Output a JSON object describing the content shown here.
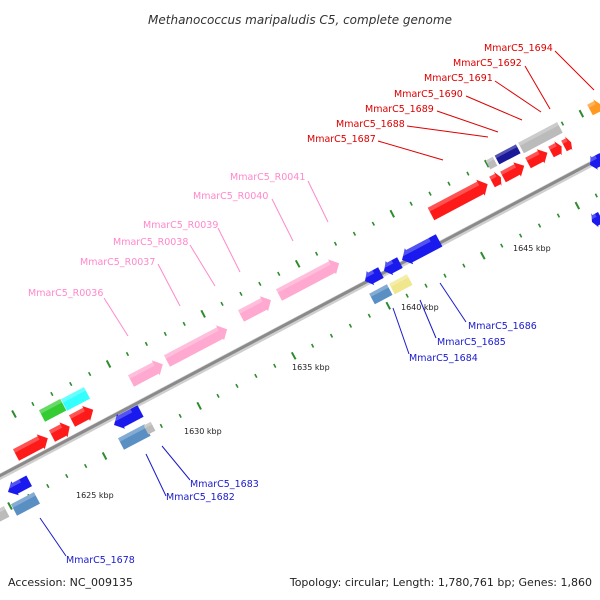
{
  "title": "Methanococcus maripaludis C5, complete genome",
  "footer": {
    "accession": "Accession: NC_009135",
    "summary": "Topology: circular; Length: 1,780,761 bp; Genes: 1,860"
  },
  "colors": {
    "backbone": "#8a8a8a",
    "tick_dots": "#2e8b2e",
    "trna_label": "#ff88cc",
    "forward_label": "#dd0000",
    "reverse_label": "#1a1acc",
    "red": "#ff1a1a",
    "pink": "#ffa8d0",
    "blue": "#1a1aee",
    "steel": "#5a8fc4",
    "khaki": "#f0e68c",
    "green": "#33cc33",
    "cyan": "#33ffff",
    "gray": "#bbbbbb",
    "navy": "#1a1a99",
    "orange": "#ff9922"
  },
  "tick_labels": [
    {
      "id": "tick-1625",
      "text": "1625 kbp"
    },
    {
      "id": "tick-1630",
      "text": "1630 kbp"
    },
    {
      "id": "tick-1635",
      "text": "1635 kbp"
    },
    {
      "id": "tick-1640",
      "text": "1640 kbp"
    },
    {
      "id": "tick-1645",
      "text": "1645 kbp"
    }
  ],
  "gene_labels": [
    {
      "id": "r0036",
      "text": "MmarC5_R0036",
      "kind": "trna"
    },
    {
      "id": "r0037",
      "text": "MmarC5_R0037",
      "kind": "trna"
    },
    {
      "id": "r0038",
      "text": "MmarC5_R0038",
      "kind": "trna"
    },
    {
      "id": "r0039",
      "text": "MmarC5_R0039",
      "kind": "trna"
    },
    {
      "id": "r0040",
      "text": "MmarC5_R0040",
      "kind": "trna"
    },
    {
      "id": "r0041",
      "text": "MmarC5_R0041",
      "kind": "trna"
    },
    {
      "id": "g1687",
      "text": "MmarC5_1687",
      "kind": "forward"
    },
    {
      "id": "g1688",
      "text": "MmarC5_1688",
      "kind": "forward"
    },
    {
      "id": "g1689",
      "text": "MmarC5_1689",
      "kind": "forward"
    },
    {
      "id": "g1690",
      "text": "MmarC5_1690",
      "kind": "forward"
    },
    {
      "id": "g1691",
      "text": "MmarC5_1691",
      "kind": "forward"
    },
    {
      "id": "g1692",
      "text": "MmarC5_1692",
      "kind": "forward"
    },
    {
      "id": "g1694",
      "text": "MmarC5_1694",
      "kind": "forward"
    },
    {
      "id": "g1686",
      "text": "MmarC5_1686",
      "kind": "reverse"
    },
    {
      "id": "g1685",
      "text": "MmarC5_1685",
      "kind": "reverse"
    },
    {
      "id": "g1684",
      "text": "MmarC5_1684",
      "kind": "reverse"
    },
    {
      "id": "g1683",
      "text": "MmarC5_1683",
      "kind": "reverse"
    },
    {
      "id": "g1682",
      "text": "MmarC5_1682",
      "kind": "reverse"
    },
    {
      "id": "g1678",
      "text": "MmarC5_1678",
      "kind": "reverse"
    }
  ]
}
